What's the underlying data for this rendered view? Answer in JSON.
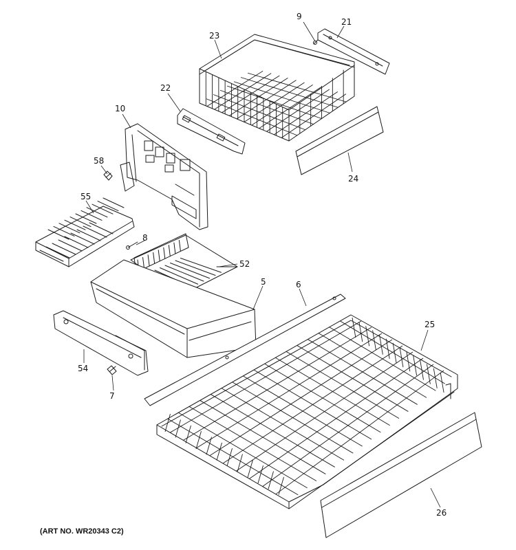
{
  "diagram": {
    "art_number": "(ART NO. WR20343 C2)",
    "callouts": {
      "c9": "9",
      "c21": "21",
      "c23": "23",
      "c22": "22",
      "c10": "10",
      "c58": "58",
      "c24": "24",
      "c55": "55",
      "c8": "8",
      "c52": "52",
      "c5": "5",
      "c6": "6",
      "c25": "25",
      "c54": "54",
      "c7": "7",
      "c26": "26"
    }
  }
}
